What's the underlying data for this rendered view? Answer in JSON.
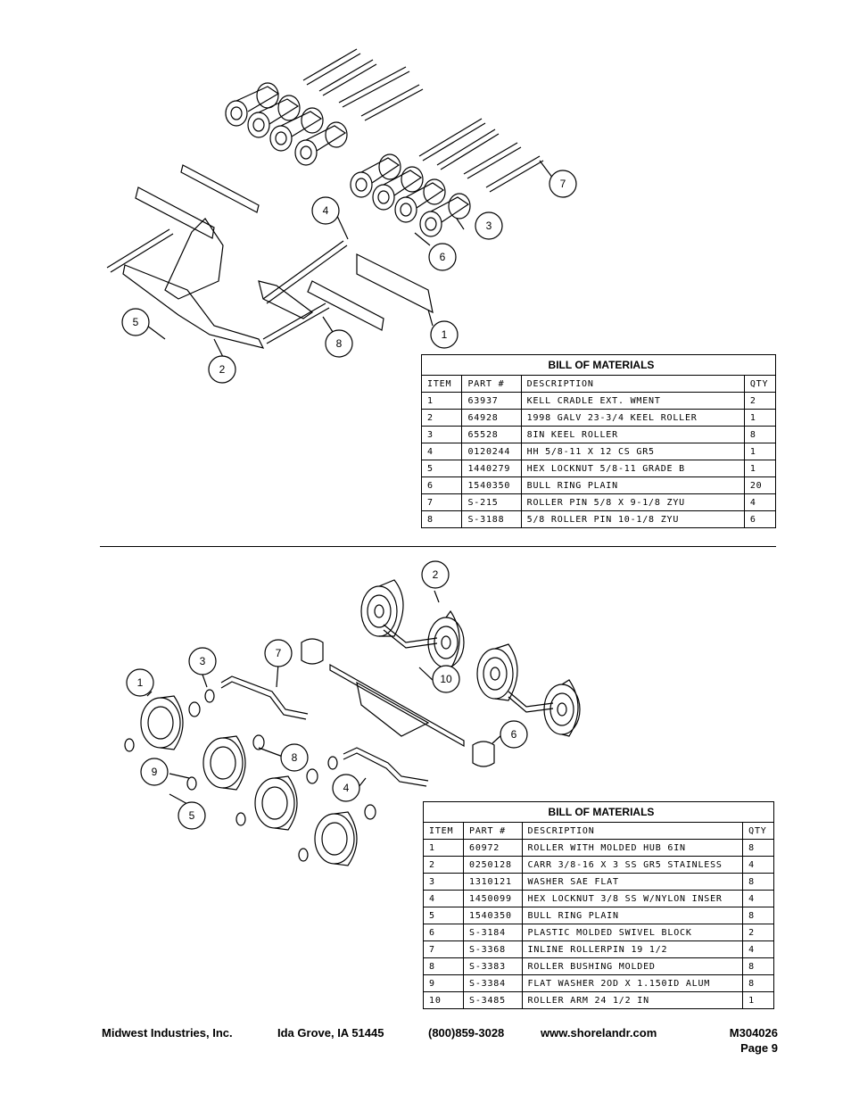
{
  "bom_top": {
    "title": "BILL OF MATERIALS",
    "columns": [
      "ITEM",
      "PART #",
      "DESCRIPTION",
      "QTY"
    ],
    "rows": [
      {
        "item": "1",
        "part": "63937",
        "desc": "KELL CRADLE EXT. WMENT",
        "qty": "2"
      },
      {
        "item": "2",
        "part": "64928",
        "desc": "1998 GALV 23-3/4 KEEL ROLLER",
        "qty": "1"
      },
      {
        "item": "3",
        "part": "65528",
        "desc": "8IN KEEL ROLLER",
        "qty": "8"
      },
      {
        "item": "4",
        "part": "0120244",
        "desc": "HH 5/8-11 X 12 CS GR5",
        "qty": "1"
      },
      {
        "item": "5",
        "part": "1440279",
        "desc": "HEX LOCKNUT 5/8-11 GRADE B",
        "qty": "1"
      },
      {
        "item": "6",
        "part": "1540350",
        "desc": "BULL RING PLAIN",
        "qty": "20"
      },
      {
        "item": "7",
        "part": "S-215",
        "desc": "ROLLER PIN 5/8 X 9-1/8 ZYU",
        "qty": "4"
      },
      {
        "item": "8",
        "part": "S-3188",
        "desc": "5/8 ROLLER PIN 10-1/8 ZYU",
        "qty": "6"
      }
    ]
  },
  "bom_bottom": {
    "title": "BILL OF MATERIALS",
    "columns": [
      "ITEM",
      "PART #",
      "DESCRIPTION",
      "QTY"
    ],
    "rows": [
      {
        "item": "1",
        "part": "60972",
        "desc": "ROLLER WITH MOLDED HUB  6IN",
        "qty": "8"
      },
      {
        "item": "2",
        "part": "0250128",
        "desc": "CARR 3/8-16 X 3 SS GR5 STAINLESS",
        "qty": "4"
      },
      {
        "item": "3",
        "part": "1310121",
        "desc": "WASHER SAE FLAT",
        "qty": "8"
      },
      {
        "item": "4",
        "part": "1450099",
        "desc": "HEX LOCKNUT 3/8 SS W/NYLON INSER",
        "qty": "4"
      },
      {
        "item": "5",
        "part": "1540350",
        "desc": "BULL RING PLAIN",
        "qty": "8"
      },
      {
        "item": "6",
        "part": "S-3184",
        "desc": "PLASTIC MOLDED SWIVEL BLOCK",
        "qty": "2"
      },
      {
        "item": "7",
        "part": "S-3368",
        "desc": "INLINE ROLLERPIN 19 1/2",
        "qty": "4"
      },
      {
        "item": "8",
        "part": "S-3383",
        "desc": "ROLLER BUSHING MOLDED",
        "qty": "8"
      },
      {
        "item": "9",
        "part": "S-3384",
        "desc": "FLAT WASHER  2OD X 1.150ID  ALUM",
        "qty": "8"
      },
      {
        "item": "10",
        "part": "S-3485",
        "desc": "ROLLER ARM   24 1/2 IN",
        "qty": "1"
      }
    ]
  },
  "callouts_top": [
    "1",
    "2",
    "3",
    "4",
    "5",
    "6",
    "7",
    "8"
  ],
  "callouts_bottom": [
    "1",
    "2",
    "3",
    "4",
    "5",
    "6",
    "7",
    "8",
    "9",
    "10"
  ],
  "footer": {
    "company": "Midwest Industries, Inc.",
    "city": "Ida Grove, IA  51445",
    "phone": "(800)859-3028",
    "web": "www.shorelandr.com",
    "doc_number": "M304026",
    "page": "Page 9"
  }
}
